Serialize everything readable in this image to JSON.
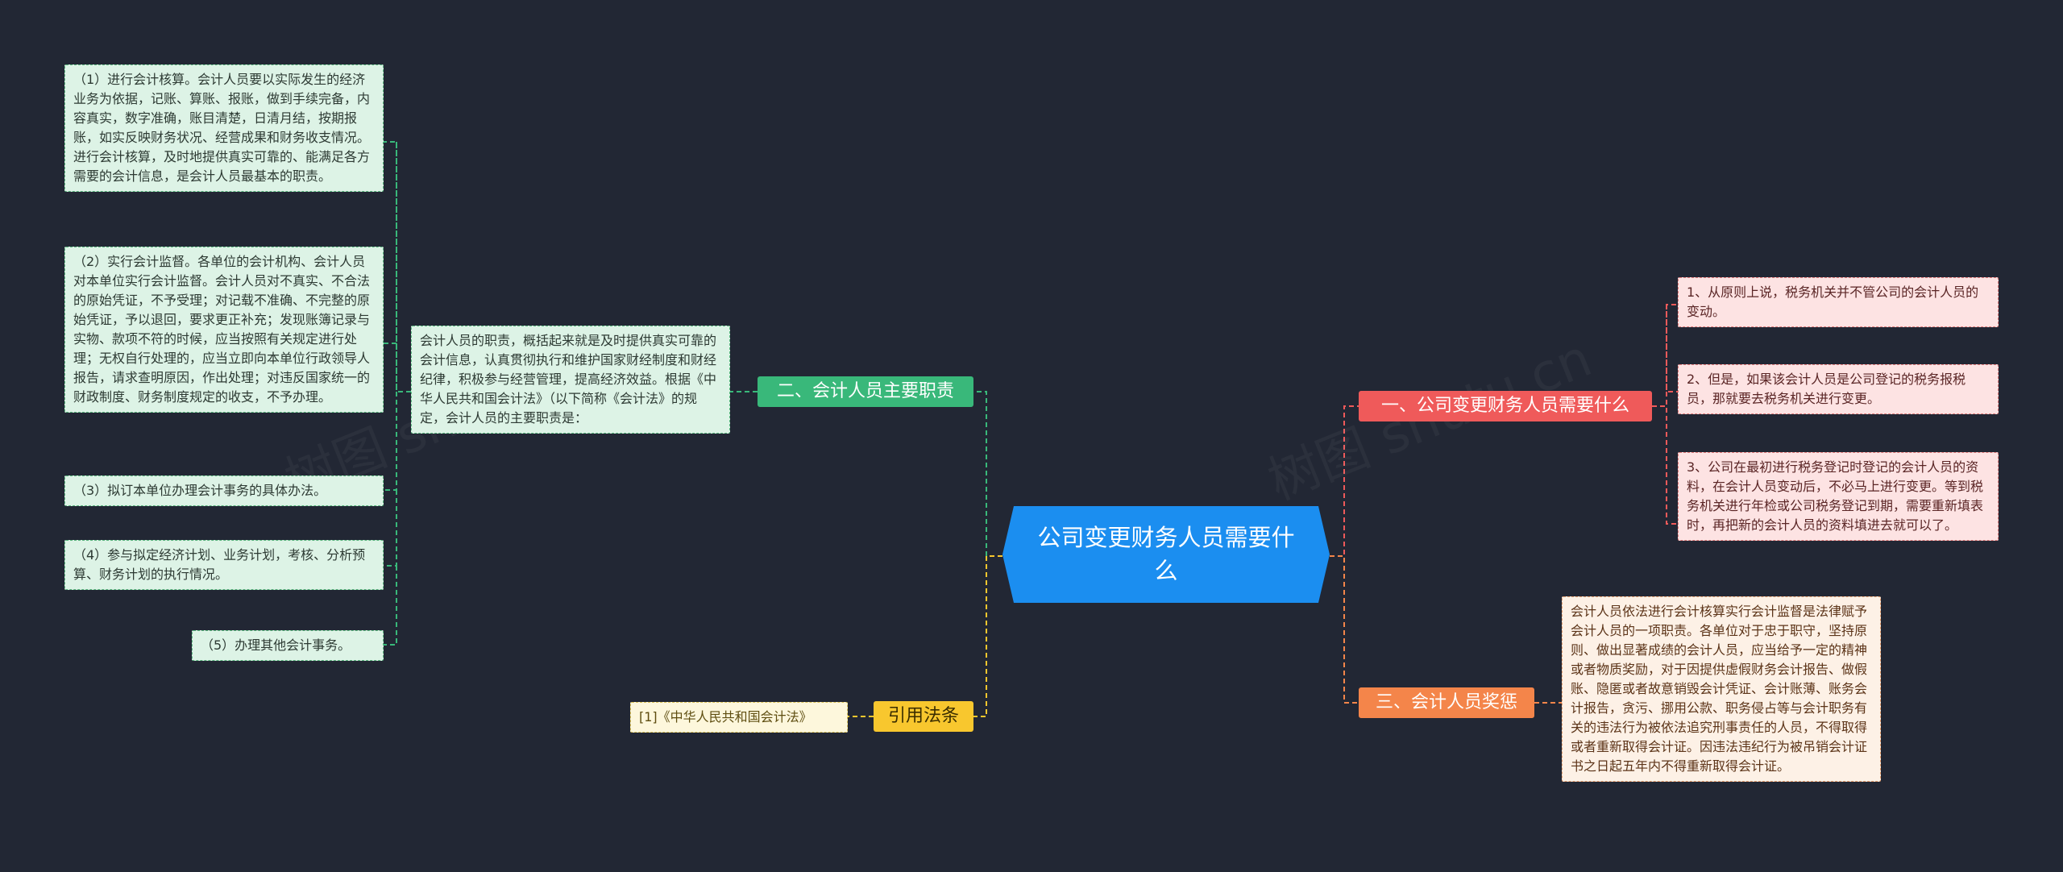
{
  "root": {
    "title": "公司变更财务人员需要什么"
  },
  "colors": {
    "background": "#222734",
    "root": "#1b8ef0",
    "green": "#39b87a",
    "red": "#ef5a5a",
    "orange": "#f4854a",
    "yellow": "#f8c72e"
  },
  "branches": {
    "b1": {
      "label": "一、公司变更财务人员需要什么",
      "items": [
        "1、从原则上说，税务机关并不管公司的会计人员的变动。",
        "2、但是，如果该会计人员是公司登记的税务报税员，那就要去税务机关进行变更。",
        "3、公司在最初进行税务登记时登记的会计人员的资料，在会计人员变动后，不必马上进行变更。等到税务机关进行年检或公司税务登记到期，需要重新填表时，再把新的会计人员的资料填进去就可以了。"
      ]
    },
    "b2": {
      "label": "二、会计人员主要职责",
      "intro": "会计人员的职责，概括起来就是及时提供真实可靠的会计信息，认真贯彻执行和维护国家财经制度和财经纪律，积极参与经营管理，提高经济效益。根据《中华人民共和国会计法》（以下简称《会计法》的规定，会计人员的主要职责是：",
      "items": [
        "（1）进行会计核算。会计人员要以实际发生的经济业务为依据，记账、算账、报账，做到手续完备，内容真实，数字准确，账目清楚，日清月结，按期报账，如实反映财务状况、经营成果和财务收支情况。进行会计核算，及时地提供真实可靠的、能满足各方需要的会计信息，是会计人员最基本的职责。",
        "（2）实行会计监督。各单位的会计机构、会计人员对本单位实行会计监督。会计人员对不真实、不合法的原始凭证，不予受理；对记载不准确、不完整的原始凭证，予以退回，要求更正补充；发现账簿记录与实物、款项不符的时候，应当按照有关规定进行处理；无权自行处理的，应当立即向本单位行政领导人报告，请求查明原因，作出处理；对违反国家统一的财政制度、财务制度规定的收支，不予办理。",
        "（3）拟订本单位办理会计事务的具体办法。",
        "（4）参与拟定经济计划、业务计划，考核、分析预算、财务计划的执行情况。",
        "（5）办理其他会计事务。"
      ]
    },
    "b3": {
      "label": "三、会计人员奖惩",
      "text": "会计人员依法进行会计核算实行会计监督是法律赋予会计人员的一项职责。各单位对于忠于职守，坚持原则、做出显著成绩的会计人员，应当给予一定的精神或者物质奖励，对于因提供虚假财务会计报告、做假账、隐匿或者故意销毁会计凭证、会计账薄、账务会计报告，贪污、挪用公款、职务侵占等与会计职务有关的违法行为被依法追究刑事责任的人员，不得取得或者重新取得会计证。因违法违纪行为被吊销会计证书之日起五年内不得重新取得会计证。"
    },
    "b4": {
      "label": "引用法条",
      "items": [
        "[1]《中华人民共和国会计法》"
      ]
    }
  }
}
